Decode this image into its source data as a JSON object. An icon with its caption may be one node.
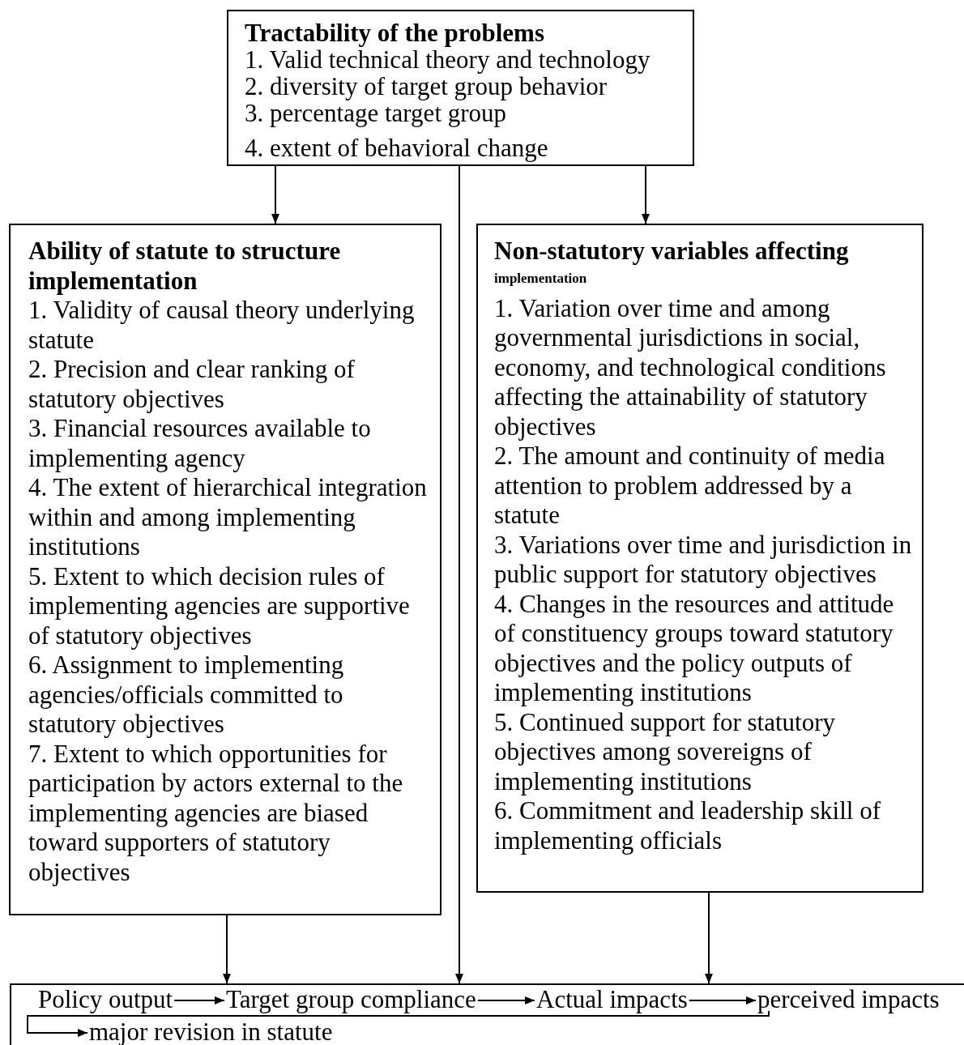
{
  "diagram": {
    "nodes": [
      {
        "text": [
          "Tractability of the problems",
          "1. Valid technical theory and technology",
          "2. diversity of target group behavior",
          "3. percentage target group",
          "4. extent of behavioral change"
        ]
      },
      {
        "text": [
          "Ability of statute to structure implementation",
          "1. Validity of causal theory underlying statute",
          "2. Precision and clear ranking of statutory objectives",
          "3. Financial resources available to implementing agency",
          "4. The extent of hierarchical integration within and among implementing institutions",
          "5. Extent to which decision rules of implementing agencies are supportive of statutory objectives",
          "6. Assignment to implementing agencies/officials committed to statutory objectives",
          "7. Extent to which opportunities for participation by actors external to the implementing agencies are biased toward supporters of statutory objectives"
        ]
      },
      {
        "text": [
          "Non-statutory variables affecting",
          "implementation",
          "1. Variation over time and among governmental jurisdictions in social, economy, and technological conditions affecting the attainability of statutory objectives",
          "2. The amount and continuity of media attention to problem addressed by a statute",
          "3. Variations over time and jurisdiction in public support for statutory objectives",
          "4. Changes in the resources and attitude of constituency groups toward statutory objectives and the policy outputs of implementing institutions",
          "5. Continued support for statutory objectives among sovereigns of implementing institutions",
          "6. Commitment and leadership skill of implementing officials"
        ]
      },
      {
        "text": [],
        "shape": "box"
      },
      {
        "text": [
          "Policy output"
        ],
        "in": 3
      },
      {
        "text": [
          "Target group compliance"
        ],
        "in": 3
      },
      {
        "text": [
          "Actual impacts"
        ],
        "in": 3
      },
      {
        "text": [
          "perceived impacts"
        ],
        "in": 3
      },
      {
        "text": [
          "major revision in statute"
        ],
        "in": 3
      }
    ],
    "edges": [
      {
        "from": 0,
        "to": 1,
        "arrow": "to"
      },
      {
        "from": 0,
        "to": 3,
        "arrow": "to"
      },
      {
        "from": 0,
        "to": 2,
        "arrow": "to"
      },
      {
        "from": 1,
        "to": 3,
        "arrow": "to"
      },
      {
        "from": 2,
        "to": 3,
        "arrow": "to"
      },
      {
        "from": 4,
        "to": 5,
        "arrow": "to"
      },
      {
        "from": 5,
        "to": 6,
        "arrow": "to"
      },
      {
        "from": 6,
        "to": 7,
        "arrow": "to"
      },
      {
        "from": 7,
        "to": 8,
        "arrow": "to"
      }
    ]
  }
}
